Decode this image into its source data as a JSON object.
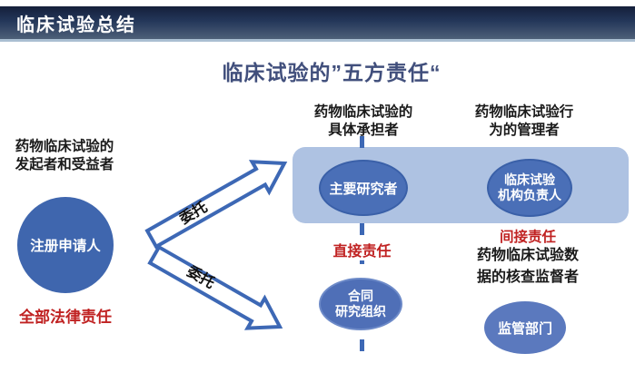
{
  "header": {
    "title": "临床试验总结"
  },
  "main_title": "临床试验的”五方责任“",
  "left_column": {
    "role_label": "药物临床试验的\n发起者和受益者",
    "entity": "注册申请人",
    "responsibility": "全部法律责任"
  },
  "arrows": {
    "top_label": "委托",
    "bottom_label": "委托"
  },
  "middle_column": {
    "role_label": "药物临床试验的\n具体承担者",
    "entity_primary": "主要研究者",
    "responsibility": "直接责任",
    "entity_secondary": "合同\n研究组织"
  },
  "right_column": {
    "role_label": "药物临床试验行\n为的管理者",
    "entity_primary": "临床试验\n机构负责人",
    "responsibility": "间接责任",
    "sub_role_label": "药物临床试验数\n据的核查监督者",
    "entity_secondary": "监管部门"
  },
  "colors": {
    "header_bar_dark": "#141f3a",
    "header_bar_light": "#4e6078",
    "title_blue": "#414f7c",
    "ellipse_blue": "#3f66ae",
    "band_ellipse_blue": "#4a6fb7",
    "regulator_blue": "#5b79be",
    "band_light_blue": "#aec2e2",
    "arrow_stroke_blue": "#3d68b5",
    "responsibility_red": "#c02222"
  }
}
